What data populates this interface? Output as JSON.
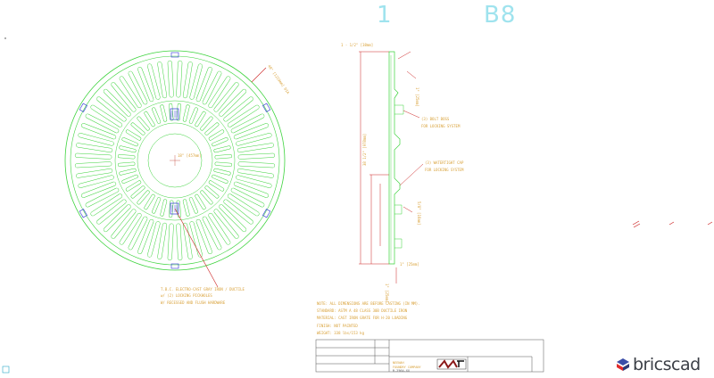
{
  "sheet": {
    "number": "1",
    "code": "B8"
  },
  "colors": {
    "cad_green": "#3cd33c",
    "cad_red": "#cc2222",
    "cad_blue": "#2b34d6",
    "annotation": "#d9a23a",
    "sheet_label": "#9fe3ee"
  },
  "labels": {
    "top_left_dim": "1 - 1/2\" [38mm]",
    "right_dim_top": "1\" [25mm]",
    "callout_1a": "(3) BOLT BOSS",
    "callout_1b": "FOR LOCKING SYSTEM",
    "callout_2a": "(3) WATERTIGHT CAP",
    "callout_2b": "FOR LOCKING SYSTEM",
    "height_dim_1": "38 1/2\" [978mm]",
    "height_dim_2": "5/8\" [16mm]",
    "bottom_dim_1": "1\" [25mm]",
    "bottom_dim_2": "1\" [25mm]",
    "center_dim": "18\" [457mm]",
    "rim_dim": "48\" [1219mm] DIA",
    "left_note_1": "T.B.C. ELECTRO-CAST GRAY IRON / DUCTILE",
    "left_note_2": "w/ (2) LOCKING PICKHOLES",
    "left_note_3": "W/ RECESSED AND FLUSH HARDWARE",
    "spec_1": "NOTE: ALL DIMENSIONS ARE BEFORE CASTING (IN MM).",
    "spec_2": "STANDARD: ASTM A 48 CLASS 30B DUCTILE IRON",
    "spec_3": "MATERIAL:   CAST IRON GRATE FOR H-20 LOADING",
    "spec_4": "FINISH:     NOT PAINTED",
    "spec_5": "WEIGHT:     338 lbs/153 kg",
    "title_name": "NEENAH",
    "title_sub": "FOUNDRY COMPANY",
    "title_part": "R-2564-XX",
    "brand_word": "bricscad"
  }
}
